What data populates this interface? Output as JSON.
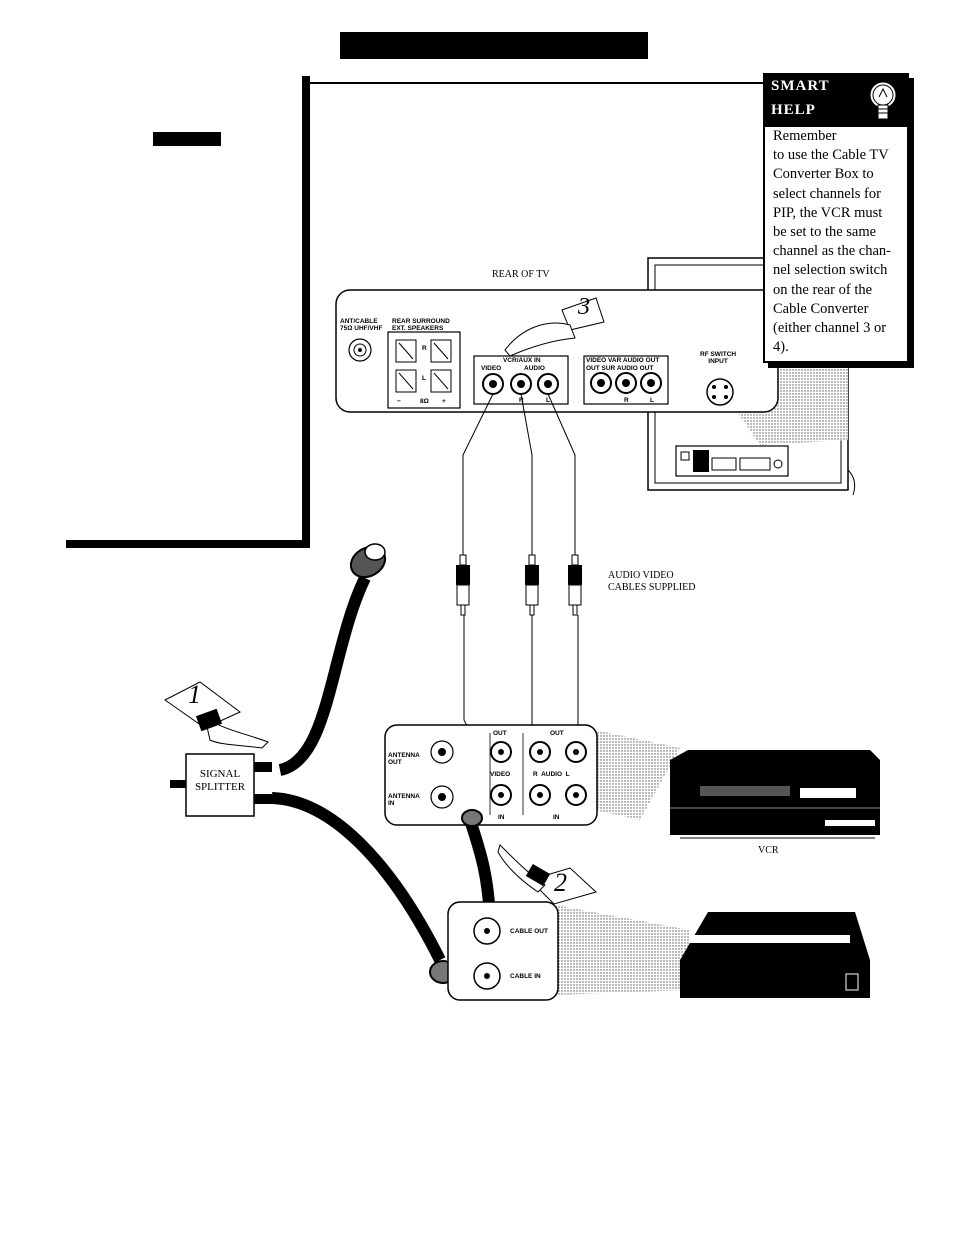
{
  "help": {
    "title_line1": "SMART",
    "title_line2": "HELP",
    "body": "Remember\nto use the Cable TV\nConverter Box to\nselect channels for\nPIP, the VCR must\nbe set to the same\nchannel as the chan-\nnel selection switch\non the rear of the\nCable Converter\n(either channel 3 or\n4).",
    "icon": "lightbulb-icon"
  },
  "tv": {
    "rear_label": "REAR OF TV",
    "ant_cable_label": "ANT/CABLE\n75Ω UHF/VHF",
    "rear_surround_label": "REAR SURROUND\nEXT. SPEAKERS",
    "speaker_r": "R",
    "speaker_l": "L",
    "speaker_minus": "−",
    "speaker_ohms": "8Ω",
    "speaker_plus": "+",
    "vcr_aux_label": "VCR/AUX IN",
    "vcr_aux_video": "VIDEO",
    "vcr_aux_audio": "AUDIO",
    "vcr_aux_r": "R",
    "vcr_aux_l": "L",
    "video_var_label": "VIDEO VAR AUDIO OUT",
    "video_var_sub": "OUT  SUR AUDIO OUT",
    "video_var_r": "R",
    "video_var_l": "L",
    "rf_switch_label": "RF SWITCH\nINPUT"
  },
  "cables_label": "AUDIO VIDEO\nCABLES SUPPLIED",
  "vcr": {
    "label": "VCR",
    "antenna_out": "ANTENNA\nOUT",
    "antenna_in": "ANTENNA\nIN",
    "out_video": "OUT",
    "out_audio": "OUT",
    "video": "VIDEO",
    "audio_row": "R  AUDIO  L",
    "in_video": "IN",
    "in_audio": "IN"
  },
  "splitter_label": "SIGNAL\nSPLITTER",
  "converter": {
    "cable_out": "CABLE OUT",
    "cable_in": "CABLE IN"
  },
  "steps": [
    "1",
    "2",
    "3"
  ]
}
